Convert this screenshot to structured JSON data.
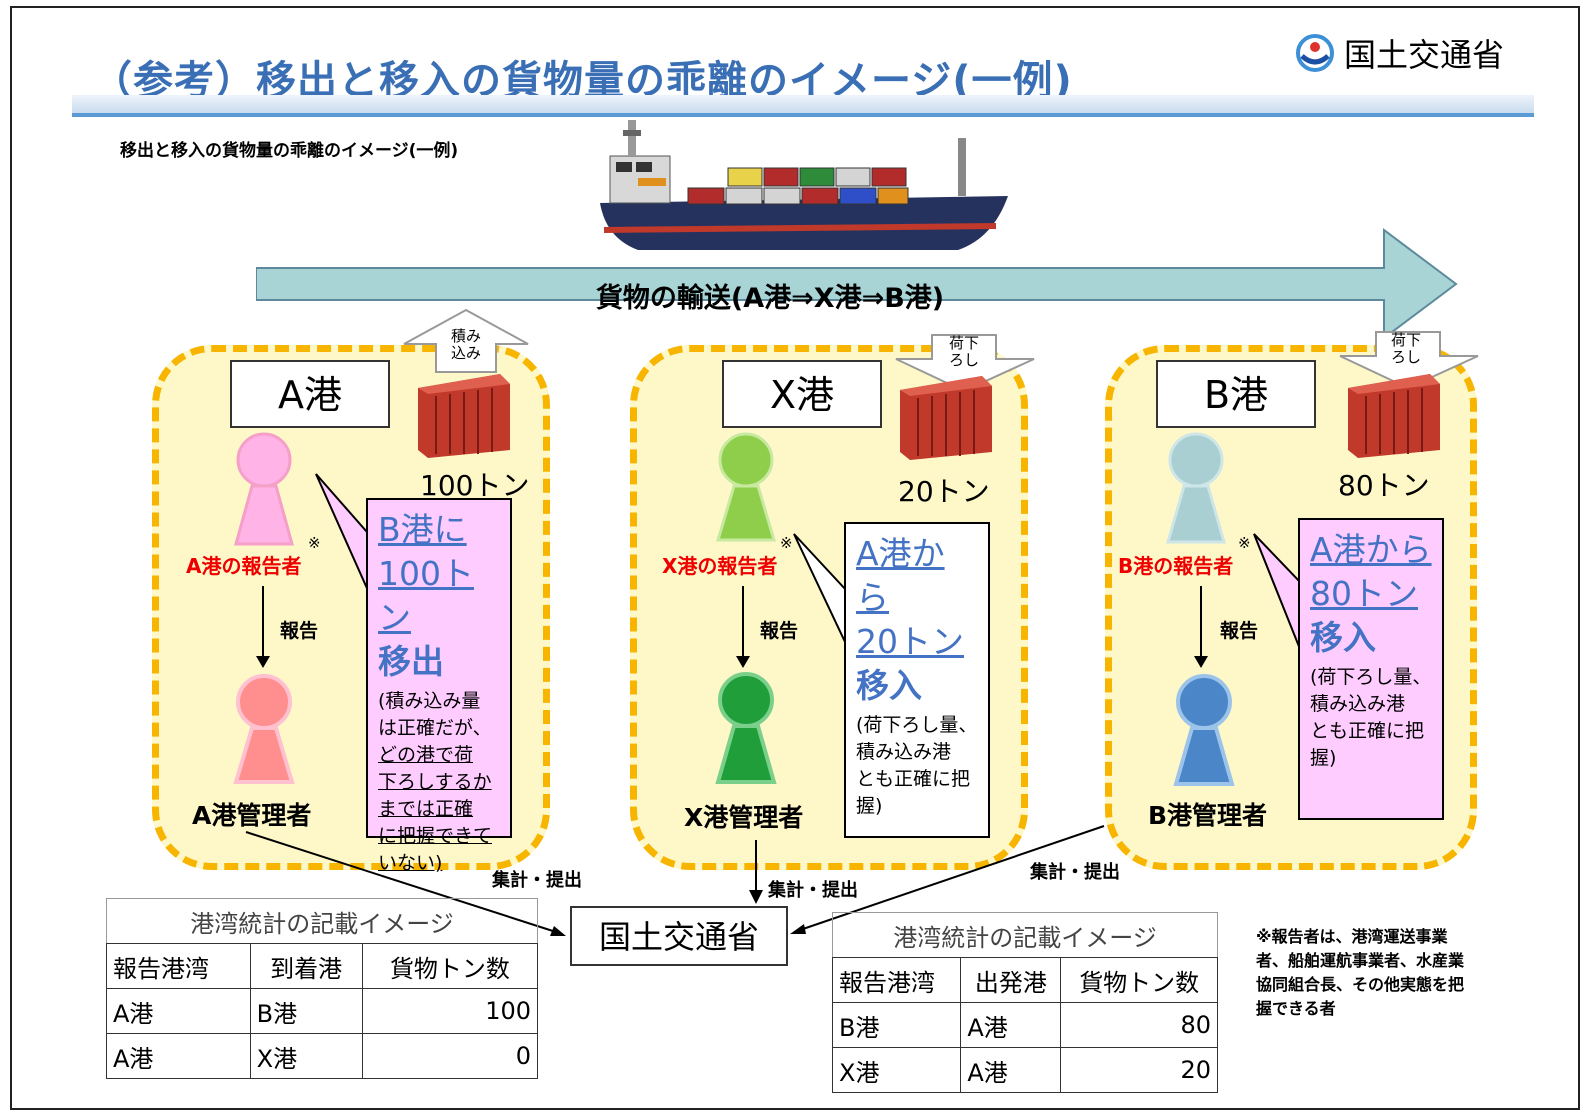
{
  "header": {
    "title": "（参考）移出と移入の貨物量の乖離のイメージ(一例)",
    "logo_text": "国土交通省",
    "subtitle": "移出と移入の貨物量の乖離のイメージ(一例)"
  },
  "transport_arrow": {
    "label": "貨物の輸送(A港⇒X港⇒B港)"
  },
  "ports": [
    {
      "name": "A港",
      "tons": "100トン",
      "action": [
        "積み",
        "込み"
      ],
      "reporter": "A港の報告者",
      "note_mark": "※",
      "report": "報告",
      "manager": "A港管理者",
      "callout": {
        "line1": "B港に",
        "line2": "100トン",
        "line3": "移出",
        "detail": [
          "(積み込み量",
          "は正確だが、",
          "どの港で荷",
          "下ろしするか",
          "までは正確",
          "に把握できて",
          "いない)"
        ]
      }
    },
    {
      "name": "X港",
      "tons": "20トン",
      "action": [
        "荷下",
        "ろし"
      ],
      "reporter": "X港の報告者",
      "note_mark": "※",
      "report": "報告",
      "manager": "X港管理者",
      "callout": {
        "line1": "A港か",
        "line2": "ら",
        "line3": "20トン",
        "line4": "移入",
        "detail": [
          "(荷下ろし量、",
          "積み込み港",
          "とも正確に把",
          "握)"
        ]
      }
    },
    {
      "name": "B港",
      "tons": "80トン",
      "action": [
        "荷下",
        "ろし"
      ],
      "reporter": "B港の報告者",
      "note_mark": "※",
      "report": "報告",
      "manager": "B港管理者",
      "callout": {
        "line1": "A港から",
        "line2": "80トン",
        "line3": "移入",
        "detail": [
          "(荷下ろし量、",
          "積み込み港",
          "とも正確に把",
          "握)"
        ]
      }
    }
  ],
  "flows": {
    "left": "集計・提出",
    "center": "集計・提出",
    "right": "集計・提出"
  },
  "mlit_box": "国土交通省",
  "table_left": {
    "caption": "港湾統計の記載イメージ",
    "headers": [
      "報告港湾",
      "到着港",
      "貨物トン数"
    ],
    "rows": [
      [
        "A港",
        "B港",
        "100"
      ],
      [
        "A港",
        "X港",
        "0"
      ]
    ]
  },
  "table_right": {
    "caption": "港湾統計の記載イメージ",
    "headers": [
      "報告港湾",
      "出発港",
      "貨物トン数"
    ],
    "rows": [
      [
        "B港",
        "A港",
        "80"
      ],
      [
        "X港",
        "A港",
        "20"
      ]
    ]
  },
  "footnote": "※報告者は、港湾運送事業者、船舶運航事業者、水産業協同組合長、その他実態を把握できる者",
  "colors": {
    "title": "#3a6fb5",
    "zone_fill": "#fef8c8",
    "zone_border": "#f7b500",
    "arrow_fill": "#a9d4d6",
    "callout_pink": "#ffccff",
    "container": "#c0392b",
    "reporter_a": "#ffb3e6",
    "manager_a": "#ff8f8f",
    "reporter_x": "#8fce4a",
    "manager_x": "#1f9e3a",
    "reporter_b": "#a9cfd2",
    "manager_b": "#4a86c8"
  }
}
